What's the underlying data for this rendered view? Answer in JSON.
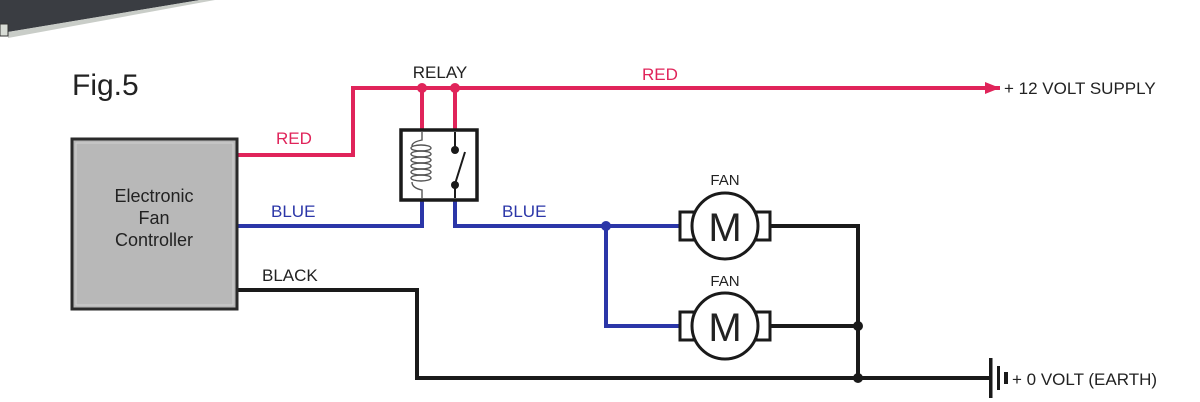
{
  "figure": {
    "title": "Fig.5"
  },
  "colors": {
    "red_wire": "#e0245a",
    "blue_wire": "#2b36a8",
    "black_wire": "#1a1a1a",
    "controller_fill": "#b8b8b8",
    "text": "#222222"
  },
  "controller": {
    "line1": "Electronic",
    "line2": "Fan",
    "line3": "Controller"
  },
  "relay": {
    "label": "RELAY"
  },
  "wires": {
    "red_left": "RED",
    "red_top": "RED",
    "blue_left": "BLUE",
    "blue_right": "BLUE",
    "black": "BLACK"
  },
  "fans": [
    {
      "label": "FAN",
      "symbol": "M"
    },
    {
      "label": "FAN",
      "symbol": "M"
    }
  ],
  "supply": {
    "positive": "+ 12 VOLT SUPPLY",
    "earth": "+ 0 VOLT (EARTH)"
  }
}
